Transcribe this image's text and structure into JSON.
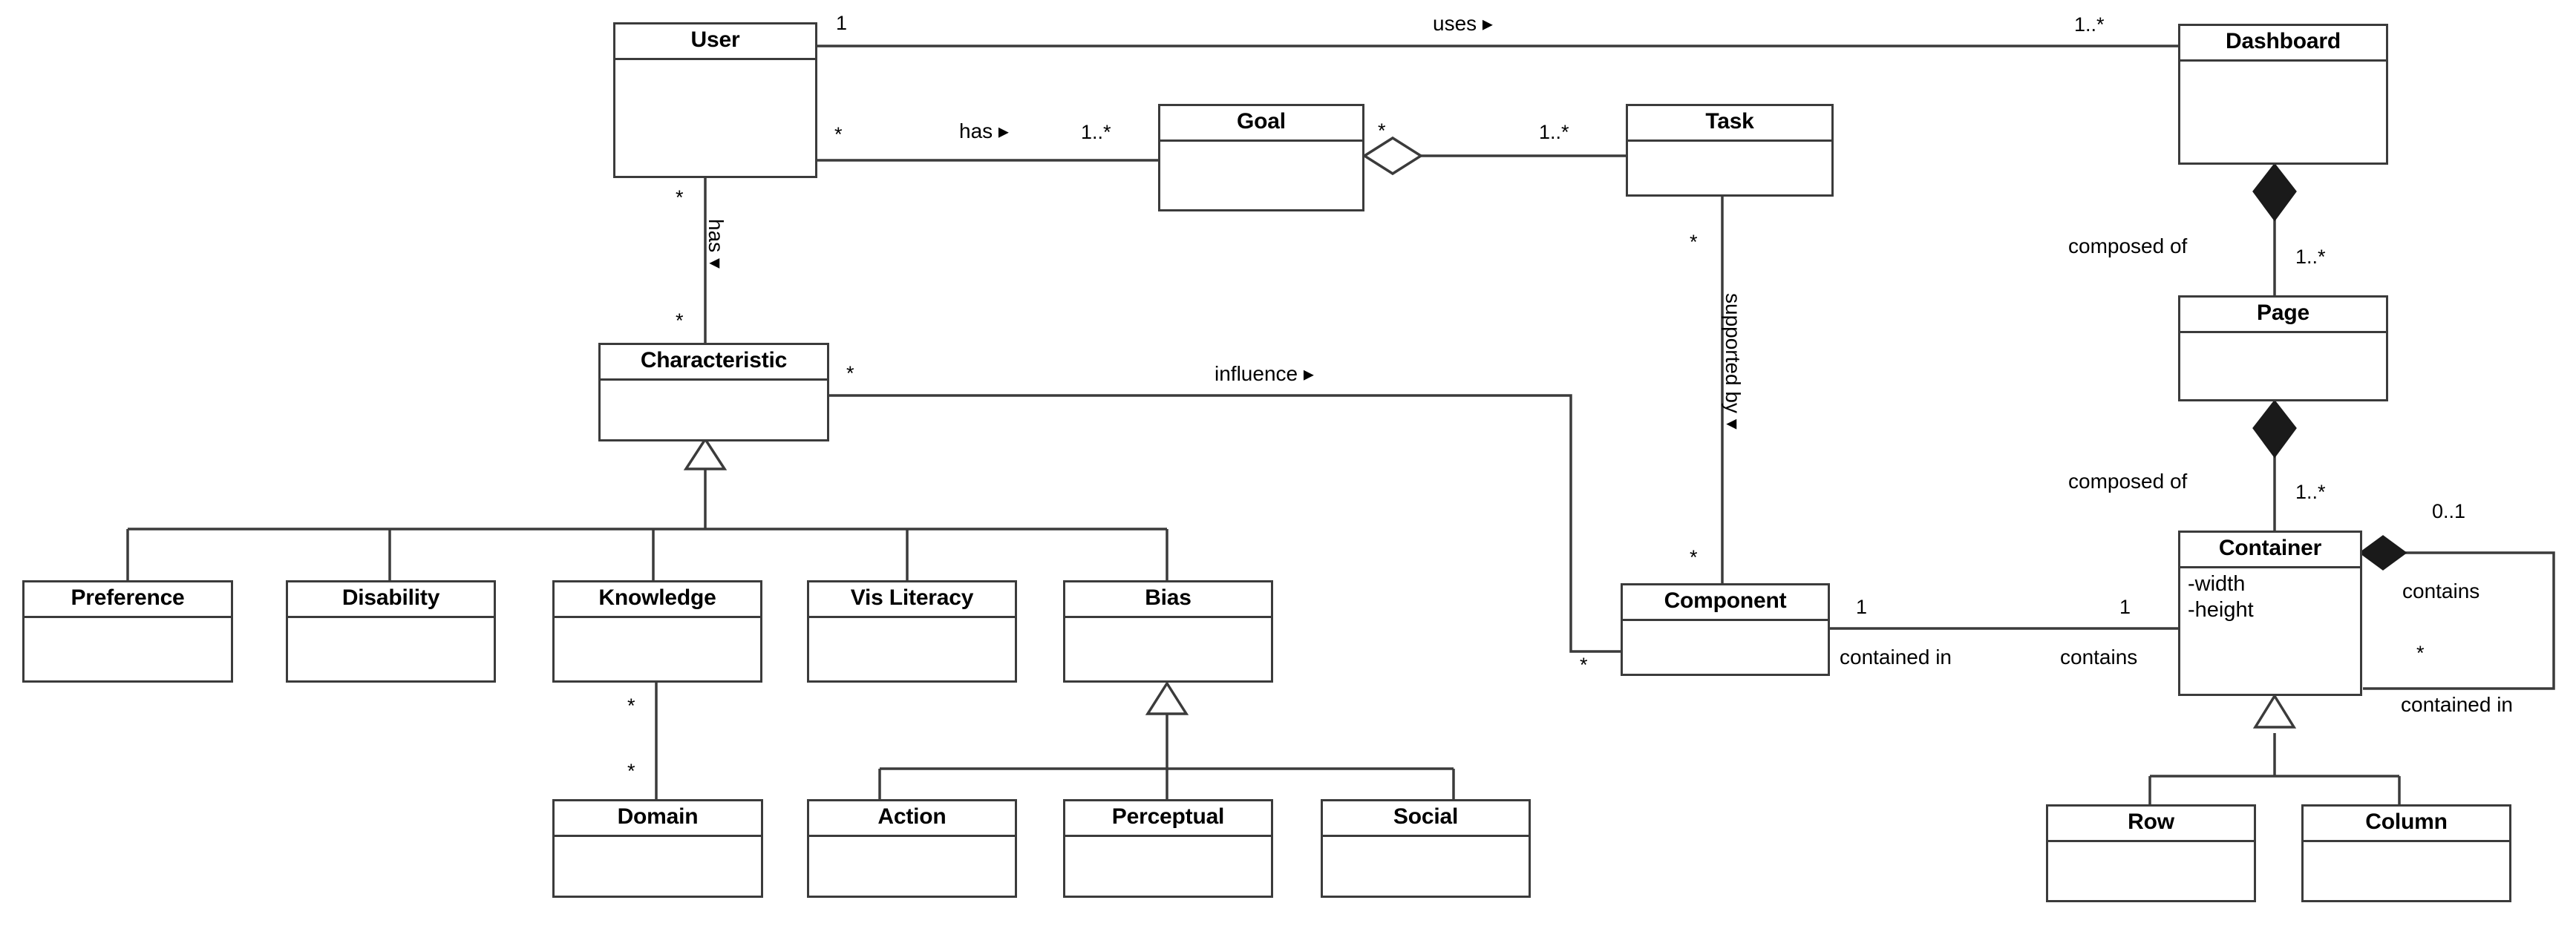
{
  "diagram": {
    "type": "uml-class-diagram",
    "title": "",
    "background_color": "#ffffff",
    "line_color": "#3b3b3b",
    "text_color": "#000000"
  },
  "classes": {
    "user": {
      "name": "User",
      "attributes": []
    },
    "goal": {
      "name": "Goal",
      "attributes": []
    },
    "task": {
      "name": "Task",
      "attributes": []
    },
    "dashboard": {
      "name": "Dashboard",
      "attributes": []
    },
    "page": {
      "name": "Page",
      "attributes": []
    },
    "container": {
      "name": "Container",
      "attributes": [
        "-width",
        "-height"
      ]
    },
    "component": {
      "name": "Component",
      "attributes": []
    },
    "characteristic": {
      "name": "Characteristic",
      "attributes": []
    },
    "preference": {
      "name": "Preference",
      "attributes": []
    },
    "disability": {
      "name": "Disability",
      "attributes": []
    },
    "knowledge": {
      "name": "Knowledge",
      "attributes": []
    },
    "vis_literacy": {
      "name": "Vis Literacy",
      "attributes": []
    },
    "bias": {
      "name": "Bias",
      "attributes": []
    },
    "domain": {
      "name": "Domain",
      "attributes": []
    },
    "action": {
      "name": "Action",
      "attributes": []
    },
    "perceptual": {
      "name": "Perceptual",
      "attributes": []
    },
    "social": {
      "name": "Social",
      "attributes": []
    },
    "row": {
      "name": "Row",
      "attributes": []
    },
    "column": {
      "name": "Column",
      "attributes": []
    }
  },
  "relationship_labels": {
    "uses": "uses ▸",
    "has_goal": "has ▸",
    "has_characteristic": "has ▾",
    "supported_by": "supported by ▾",
    "influence": "influence ▸",
    "composed_of_page": "composed of",
    "composed_of_container": "composed of",
    "component_contained_in": "contained in",
    "container_contains_component": "contains",
    "container_contains_self": "contains",
    "container_contained_in_self": "contained in"
  },
  "multiplicities": {
    "user_uses": "1",
    "dashboard_used_by": "1..*",
    "user_has_goal": "*",
    "goal_of_user": "1..*",
    "goal_aggregates_task": "*",
    "task_in_goal": "1..*",
    "task_supports": "*",
    "component_supported": "*",
    "user_has_characteristic": "*",
    "characteristic_of_user": "*",
    "characteristic_influences": "*",
    "component_influenced": "*",
    "dashboard_pages": "1..*",
    "page_containers": "1..*",
    "component_side": "1",
    "container_side": "1",
    "container_self_parent": "0..1",
    "container_self_children": "*",
    "knowledge_domain_top": "*",
    "knowledge_domain_bottom": "*"
  }
}
